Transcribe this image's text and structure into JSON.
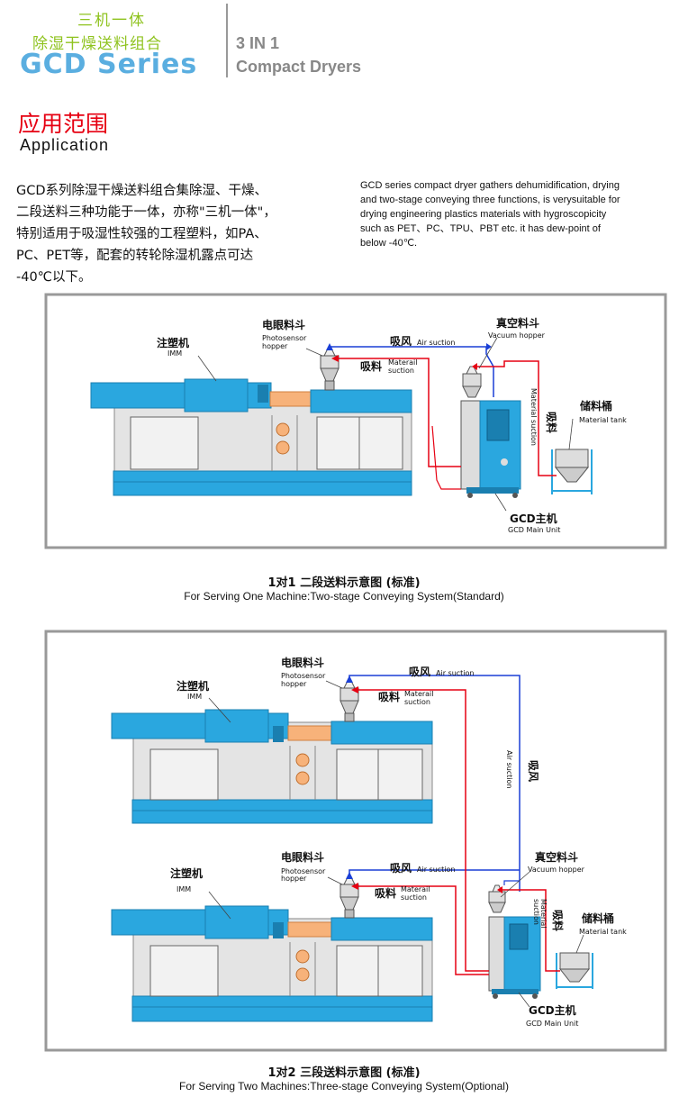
{
  "header": {
    "cn_line1": "三机一体",
    "cn_line2": "除湿干燥送料组合",
    "series": "GCD Series",
    "en_line1": "3 IN 1",
    "en_line2": "Compact Dryers"
  },
  "section": {
    "title_cn": "应用范围",
    "title_en": "Application"
  },
  "description": {
    "cn_lines": [
      "GCD系列除湿干燥送料组合集除湿、干燥、",
      "二段送料三种功能于一体，亦称\"三机一体\"，",
      "特别适用于吸湿性较强的工程塑料，如PA、",
      "PC、PET等，配套的转轮除湿机露点可达",
      "-40℃以下。"
    ],
    "en_lines": [
      "GCD series compact dryer gathers dehumidification, drying",
      "and two-stage conveying three functions, is verysuitable for",
      "drying engineering plastics materials with hygroscopicity",
      "such as  PET、PC、TPU、PBT etc. it has dew-point of",
      "below -40℃."
    ]
  },
  "labels": {
    "imm_cn": "注塑机",
    "imm_en": "IMM",
    "photo_cn": "电眼料斗",
    "photo_en1": "Photosensor",
    "photo_en2": "hopper",
    "air_cn": "吸风",
    "air_en": "Air suction",
    "mat_cn": "吸料",
    "mat_en1": "Materail",
    "mat_en2": "suction",
    "vac_cn": "真空料斗",
    "vac_en": "Vacuum hopper",
    "matv_en": "Material suction",
    "matv_en1": "Material",
    "matv_en2": "suction",
    "tank_cn": "储料桶",
    "tank_en": "Material tank",
    "gcd_cn": "GCD主机",
    "gcd_en": "GCD Main Unit"
  },
  "diagram1": {
    "caption_cn": "1对1   二段送料示意图 (标准)",
    "caption_en": "For Serving One Machine:Two-stage Conveying System(Standard)"
  },
  "diagram2": {
    "caption_cn": "1对2   三段送料示意图 (标准)",
    "caption_en": "For Serving Two Machines:Three-stage Conveying System(Optional)"
  },
  "colors": {
    "header_green": "#8fc31f",
    "series_blue": "#5aaee0",
    "section_red": "#e60012",
    "machine_blue": "#2aa7df",
    "air_line": "#1a3fd6",
    "material_line": "#e60012"
  }
}
